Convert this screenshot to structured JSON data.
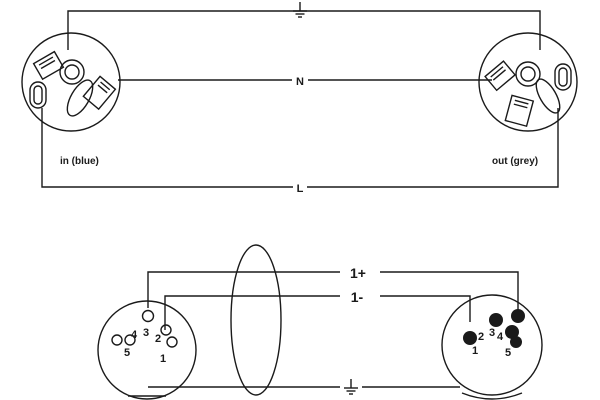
{
  "top_diagram": {
    "wires": [
      {
        "id": "earth",
        "label": "⏚"
      },
      {
        "id": "neutral",
        "label": "N"
      },
      {
        "id": "live",
        "label": "L"
      }
    ],
    "left_connector_caption": "in (blue)",
    "right_connector_caption": "out (grey)"
  },
  "bottom_diagram": {
    "wires": [
      {
        "id": "one-plus",
        "label": "1+"
      },
      {
        "id": "one-minus",
        "label": "1-"
      },
      {
        "id": "ground",
        "label": "⏚"
      }
    ],
    "left_pins": [
      "1",
      "2",
      "3",
      "4",
      "5"
    ],
    "right_pins": [
      "1",
      "2",
      "3",
      "4",
      "5"
    ]
  },
  "colors": {
    "line": "#1a1a1a",
    "background": "#ffffff"
  }
}
